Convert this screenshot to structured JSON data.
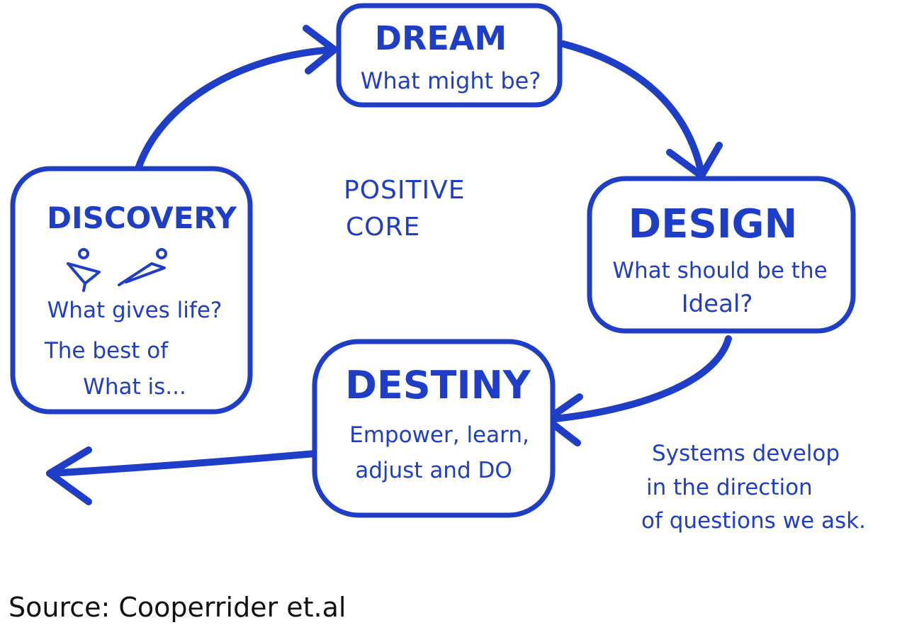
{
  "colors": {
    "ink": "#1e3ec8",
    "paper": "#ffffff"
  },
  "dream": {
    "title": "DREAM",
    "question": "What might be?"
  },
  "design": {
    "title": "DESIGN",
    "question_line1": "What should be the",
    "question_line2": "Ideal?"
  },
  "destiny": {
    "title": "DESTINY",
    "line1": "Empower, learn,",
    "line2": "adjust and DO"
  },
  "discovery": {
    "title": "DISCOVERY",
    "line1": "What gives life?",
    "line2": "The best of",
    "line3": "What is..."
  },
  "center": {
    "line1": "POSITIVE",
    "line2": "CORE"
  },
  "note": {
    "line1": "Systems develop",
    "line2": "in the direction",
    "line3": "of questions we ask."
  },
  "source": "Source: Cooperrider et.al"
}
